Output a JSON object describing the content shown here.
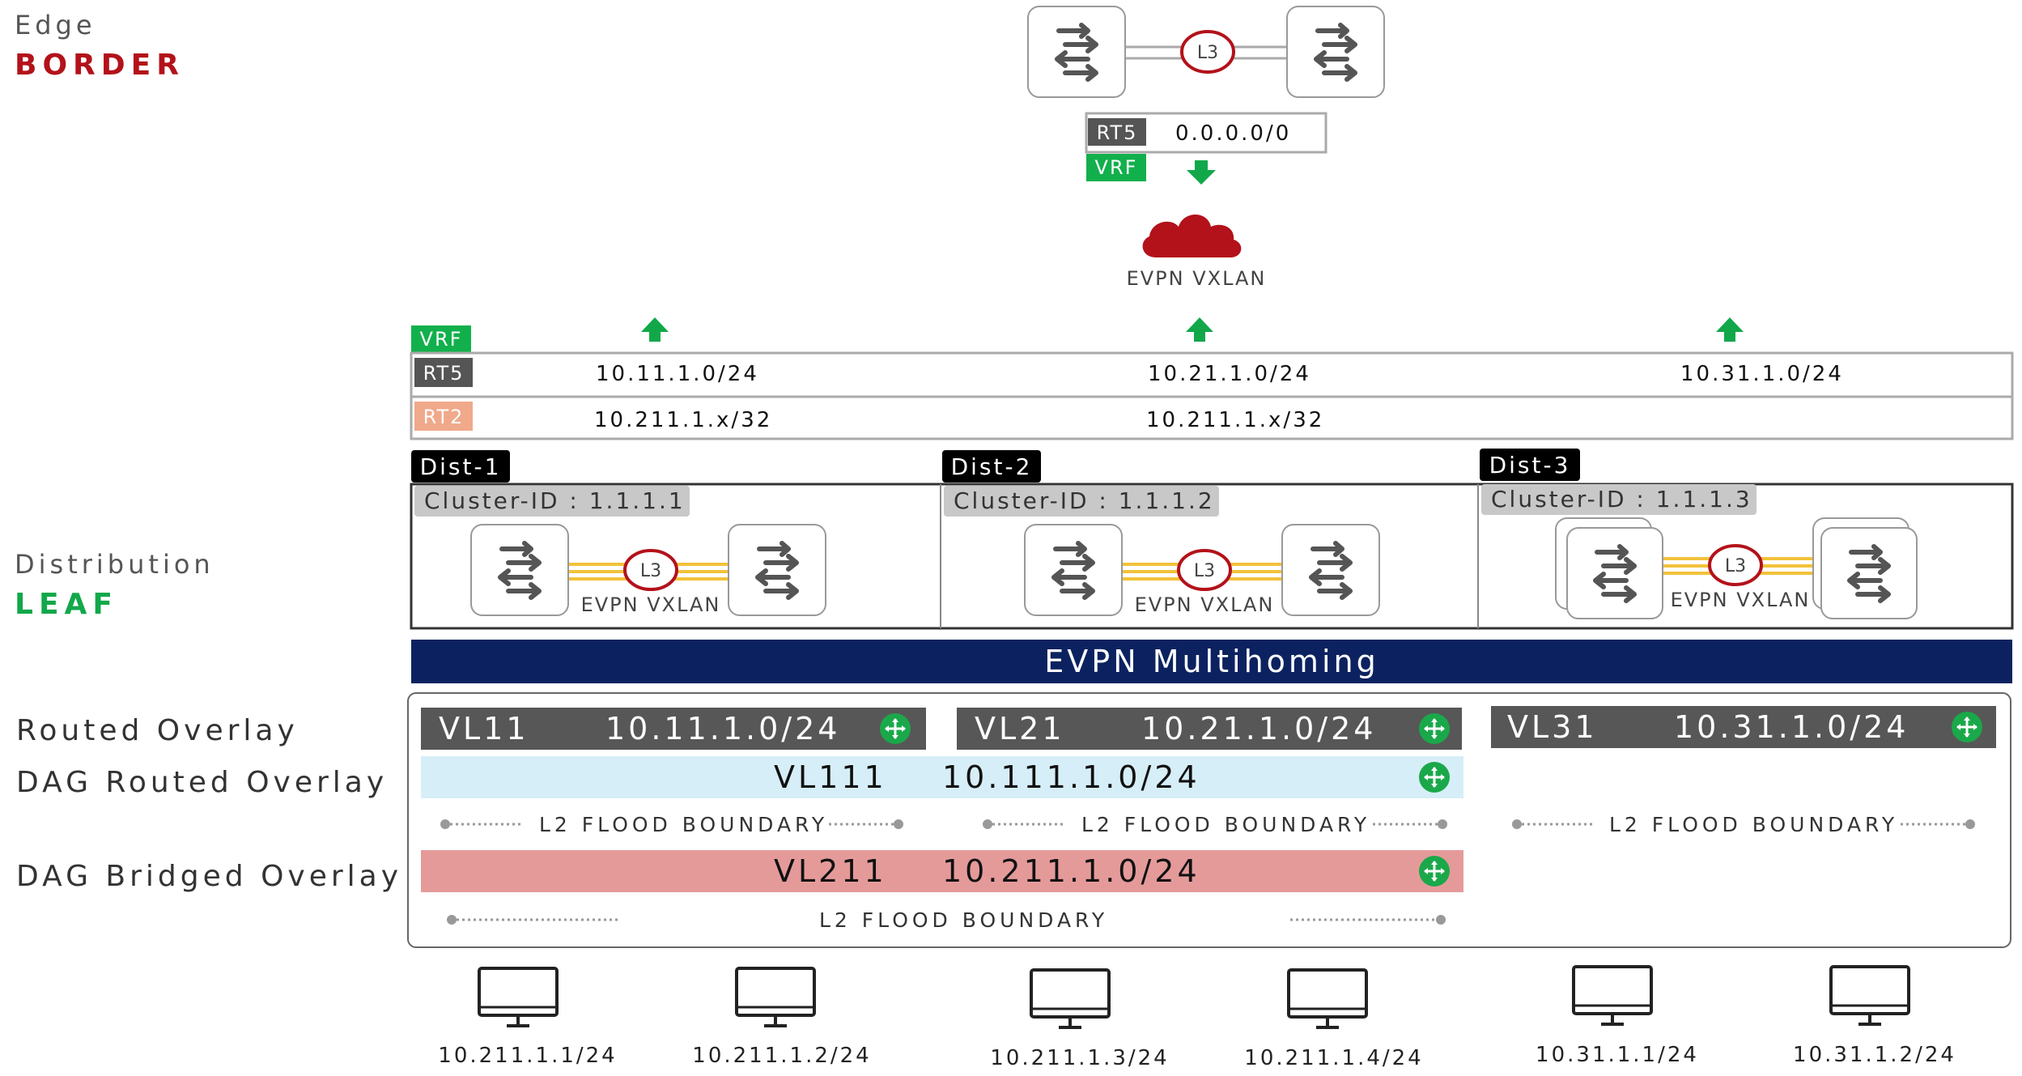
{
  "layers": {
    "edge": {
      "line1": "Edge",
      "line2": "BORDER"
    },
    "distribution": {
      "line1": "Distribution",
      "line2": "LEAF"
    },
    "routed_overlay": "Routed Overlay",
    "dag_routed_overlay": "DAG Routed Overlay",
    "dag_bridged_overlay": "DAG Bridged Overlay"
  },
  "border": {
    "l3": "L3",
    "rt5_tag": "RT5",
    "rt5_prefix": "0.0.0.0/0",
    "vrf_tag": "VRF",
    "cloud_label": "EVPN VXLAN"
  },
  "route_table": {
    "vrf_tag": "VRF",
    "rt5_tag": "RT5",
    "rt2_tag": "RT2",
    "rt5_prefixes": [
      "10.11.1.0/24",
      "10.21.1.0/24",
      "10.31.1.0/24"
    ],
    "rt2_prefixes": [
      "10.211.1.x/32",
      "10.211.1.x/32"
    ]
  },
  "dists": [
    {
      "name": "Dist-1",
      "cluster": "Cluster-ID : 1.1.1.1",
      "l3": "L3",
      "fabric": "EVPN VXLAN"
    },
    {
      "name": "Dist-2",
      "cluster": "Cluster-ID : 1.1.1.2",
      "l3": "L3",
      "fabric": "EVPN VXLAN"
    },
    {
      "name": "Dist-3",
      "cluster": "Cluster-ID : 1.1.1.3",
      "l3": "L3",
      "fabric": "EVPN VXLAN"
    }
  ],
  "multihoming": "EVPN Multihoming",
  "vlans": {
    "routed": [
      {
        "vl": "VL11",
        "subnet": "10.11.1.0/24"
      },
      {
        "vl": "VL21",
        "subnet": "10.21.1.0/24"
      },
      {
        "vl": "VL31",
        "subnet": "10.31.1.0/24"
      }
    ],
    "dag_routed": {
      "vl": "VL111",
      "subnet": "10.111.1.0/24"
    },
    "dag_bridged": {
      "vl": "VL211",
      "subnet": "10.211.1.0/24"
    },
    "flood_boundary": "L2 FLOOD BOUNDARY"
  },
  "hosts": [
    "10.211.1.1/24",
    "10.211.1.2/24",
    "10.211.1.3/24",
    "10.211.1.4/24",
    "10.31.1.1/24",
    "10.31.1.2/24"
  ],
  "colors": {
    "border_red": "#b3121a",
    "leaf_green": "#12a84a",
    "vrf_green": "#12b04c",
    "rt5_gray": "#555555",
    "rt2_salmon": "#f0a98a",
    "multihoming_navy": "#0c2260",
    "vl_gray": "#575757",
    "dag_routed_blue": "#d6eef8",
    "dag_bridged_red": "#e59a9a",
    "gateway_green": "#1aa84a"
  },
  "icons": [
    "switch-icon",
    "router-icon",
    "cloud-icon",
    "arrow-up-icon",
    "arrow-down-icon",
    "anycast-gateway-icon",
    "monitor-icon"
  ]
}
